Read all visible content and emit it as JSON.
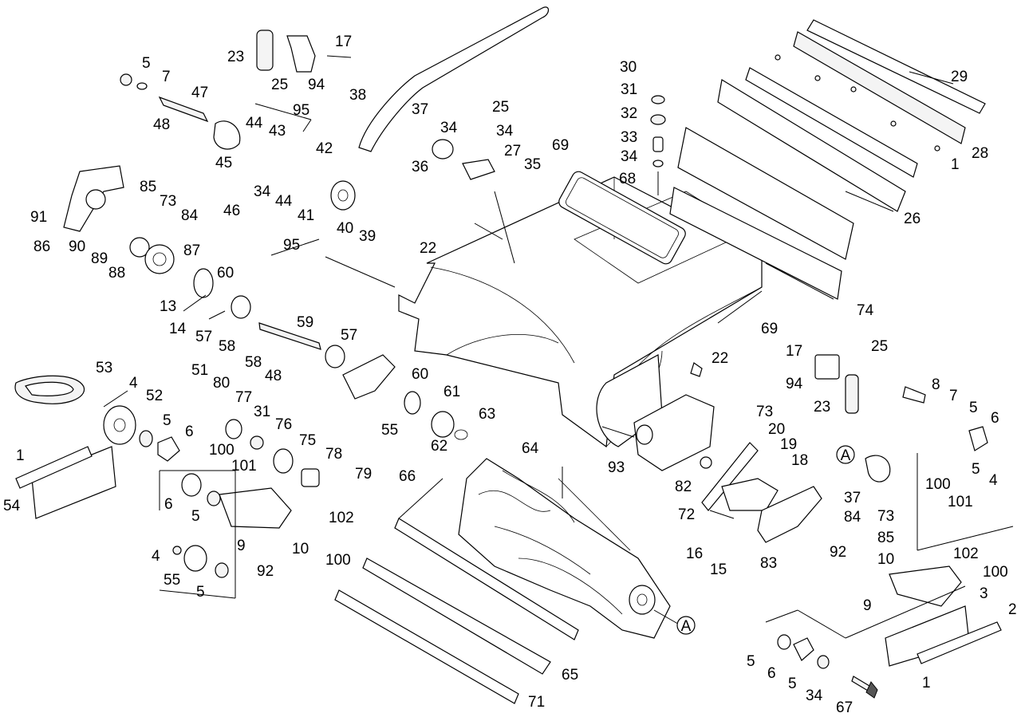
{
  "callouts": [
    {
      "id": "c-5-a",
      "text": "5"
    },
    {
      "id": "c-7-a",
      "text": "7"
    },
    {
      "id": "c-47",
      "text": "47"
    },
    {
      "id": "c-48-a",
      "text": "48"
    },
    {
      "id": "c-23-a",
      "text": "23"
    },
    {
      "id": "c-25-a",
      "text": "25"
    },
    {
      "id": "c-94-a",
      "text": "94"
    },
    {
      "id": "c-17-a",
      "text": "17"
    },
    {
      "id": "c-95-a",
      "text": "95"
    },
    {
      "id": "c-44-a",
      "text": "44"
    },
    {
      "id": "c-43",
      "text": "43"
    },
    {
      "id": "c-45",
      "text": "45"
    },
    {
      "id": "c-42",
      "text": "42"
    },
    {
      "id": "c-34-a",
      "text": "34"
    },
    {
      "id": "c-46",
      "text": "46"
    },
    {
      "id": "c-44-b",
      "text": "44"
    },
    {
      "id": "c-41",
      "text": "41"
    },
    {
      "id": "c-40",
      "text": "40"
    },
    {
      "id": "c-39",
      "text": "39"
    },
    {
      "id": "c-95-b",
      "text": "95"
    },
    {
      "id": "c-38",
      "text": "38"
    },
    {
      "id": "c-37-a",
      "text": "37"
    },
    {
      "id": "c-25-b",
      "text": "25"
    },
    {
      "id": "c-34-b",
      "text": "34"
    },
    {
      "id": "c-34-c",
      "text": "34"
    },
    {
      "id": "c-27",
      "text": "27"
    },
    {
      "id": "c-36",
      "text": "36"
    },
    {
      "id": "c-35",
      "text": "35"
    },
    {
      "id": "c-69-a",
      "text": "69"
    },
    {
      "id": "c-22-a",
      "text": "22"
    },
    {
      "id": "c-30",
      "text": "30"
    },
    {
      "id": "c-31-a",
      "text": "31"
    },
    {
      "id": "c-32",
      "text": "32"
    },
    {
      "id": "c-33",
      "text": "33"
    },
    {
      "id": "c-34-d",
      "text": "34"
    },
    {
      "id": "c-68",
      "text": "68"
    },
    {
      "id": "c-29",
      "text": "29"
    },
    {
      "id": "c-28",
      "text": "28"
    },
    {
      "id": "c-1-a",
      "text": "1"
    },
    {
      "id": "c-26",
      "text": "26"
    },
    {
      "id": "c-74",
      "text": "74"
    },
    {
      "id": "c-91",
      "text": "91"
    },
    {
      "id": "c-85-a",
      "text": "85"
    },
    {
      "id": "c-73-a",
      "text": "73"
    },
    {
      "id": "c-84-a",
      "text": "84"
    },
    {
      "id": "c-86",
      "text": "86"
    },
    {
      "id": "c-90",
      "text": "90"
    },
    {
      "id": "c-89",
      "text": "89"
    },
    {
      "id": "c-88",
      "text": "88"
    },
    {
      "id": "c-87",
      "text": "87"
    },
    {
      "id": "c-60-a",
      "text": "60"
    },
    {
      "id": "c-13",
      "text": "13"
    },
    {
      "id": "c-14",
      "text": "14"
    },
    {
      "id": "c-57-a",
      "text": "57"
    },
    {
      "id": "c-59",
      "text": "59"
    },
    {
      "id": "c-58-a",
      "text": "58"
    },
    {
      "id": "c-57-b",
      "text": "57"
    },
    {
      "id": "c-58-b",
      "text": "58"
    },
    {
      "id": "c-48-b",
      "text": "48"
    },
    {
      "id": "c-69-b",
      "text": "69"
    },
    {
      "id": "c-17-b",
      "text": "17"
    },
    {
      "id": "c-25-c",
      "text": "25"
    },
    {
      "id": "c-22-b",
      "text": "22"
    },
    {
      "id": "c-94-b",
      "text": "94"
    },
    {
      "id": "c-23-b",
      "text": "23"
    },
    {
      "id": "c-53",
      "text": "53"
    },
    {
      "id": "c-4-a",
      "text": "4"
    },
    {
      "id": "c-52",
      "text": "52"
    },
    {
      "id": "c-51",
      "text": "51"
    },
    {
      "id": "c-80",
      "text": "80"
    },
    {
      "id": "c-77",
      "text": "77"
    },
    {
      "id": "c-31-b",
      "text": "31"
    },
    {
      "id": "c-76",
      "text": "76"
    },
    {
      "id": "c-60-b",
      "text": "60"
    },
    {
      "id": "c-61",
      "text": "61"
    },
    {
      "id": "c-63",
      "text": "63"
    },
    {
      "id": "c-55-a",
      "text": "55"
    },
    {
      "id": "c-62",
      "text": "62"
    },
    {
      "id": "c-5-b",
      "text": "5"
    },
    {
      "id": "c-6-a",
      "text": "6"
    },
    {
      "id": "c-1-b",
      "text": "1"
    },
    {
      "id": "c-54",
      "text": "54"
    },
    {
      "id": "c-100-a",
      "text": "100"
    },
    {
      "id": "c-101-a",
      "text": "101"
    },
    {
      "id": "c-75",
      "text": "75"
    },
    {
      "id": "c-78",
      "text": "78"
    },
    {
      "id": "c-79",
      "text": "79"
    },
    {
      "id": "c-6-b",
      "text": "6"
    },
    {
      "id": "c-5-c",
      "text": "5"
    },
    {
      "id": "c-102-a",
      "text": "102"
    },
    {
      "id": "c-9-a",
      "text": "9"
    },
    {
      "id": "c-10-a",
      "text": "10"
    },
    {
      "id": "c-4-b",
      "text": "4"
    },
    {
      "id": "c-55-b",
      "text": "55"
    },
    {
      "id": "c-5-d",
      "text": "5"
    },
    {
      "id": "c-92-a",
      "text": "92"
    },
    {
      "id": "c-100-b",
      "text": "100"
    },
    {
      "id": "c-66",
      "text": "66"
    },
    {
      "id": "c-64",
      "text": "64"
    },
    {
      "id": "c-65",
      "text": "65"
    },
    {
      "id": "c-71",
      "text": "71"
    },
    {
      "id": "c-93",
      "text": "93"
    },
    {
      "id": "c-82",
      "text": "82"
    },
    {
      "id": "c-73-b",
      "text": "73"
    },
    {
      "id": "c-20",
      "text": "20"
    },
    {
      "id": "c-19",
      "text": "19"
    },
    {
      "id": "c-18",
      "text": "18"
    },
    {
      "id": "c-72",
      "text": "72"
    },
    {
      "id": "c-16",
      "text": "16"
    },
    {
      "id": "c-15",
      "text": "15"
    },
    {
      "id": "c-83",
      "text": "83"
    },
    {
      "id": "c-37-b",
      "text": "37"
    },
    {
      "id": "c-84-b",
      "text": "84"
    },
    {
      "id": "c-73-c",
      "text": "73"
    },
    {
      "id": "c-85-b",
      "text": "85"
    },
    {
      "id": "c-92-b",
      "text": "92"
    },
    {
      "id": "c-8",
      "text": "8"
    },
    {
      "id": "c-7-b",
      "text": "7"
    },
    {
      "id": "c-5-e",
      "text": "5"
    },
    {
      "id": "c-6-c",
      "text": "6"
    },
    {
      "id": "c-5-f",
      "text": "5"
    },
    {
      "id": "c-4-c",
      "text": "4"
    },
    {
      "id": "c-100-c",
      "text": "100"
    },
    {
      "id": "c-101-b",
      "text": "101"
    },
    {
      "id": "c-102-b",
      "text": "102"
    },
    {
      "id": "c-100-d",
      "text": "100"
    },
    {
      "id": "c-10-b",
      "text": "10"
    },
    {
      "id": "c-9-b",
      "text": "9"
    },
    {
      "id": "c-3",
      "text": "3"
    },
    {
      "id": "c-2",
      "text": "2"
    },
    {
      "id": "c-5-g",
      "text": "5"
    },
    {
      "id": "c-6-d",
      "text": "6"
    },
    {
      "id": "c-5-h",
      "text": "5"
    },
    {
      "id": "c-34-e",
      "text": "34"
    },
    {
      "id": "c-1-c",
      "text": "1"
    },
    {
      "id": "c-67",
      "text": "67"
    }
  ],
  "markers": [
    {
      "id": "m-a-1",
      "text": "A"
    },
    {
      "id": "m-a-2",
      "text": "A"
    }
  ]
}
